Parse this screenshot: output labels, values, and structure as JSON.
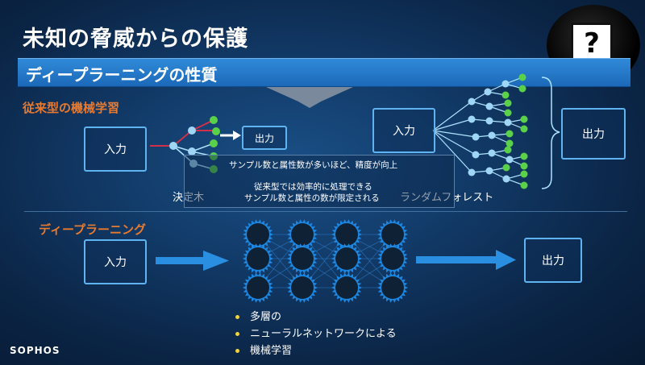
{
  "slide": {
    "title": "未知の脅威からの保護",
    "banner": "ディープラーニングの性質",
    "help_icon_glyph": "?",
    "brand": "SOPHOS"
  },
  "traditional": {
    "heading": "従来型の機械学習",
    "input_label": "入力",
    "output_label": "出力",
    "decision_tree_label": "決定木",
    "random_forest_label": "ランダムフォレスト",
    "forest_input_label": "入力",
    "forest_output_label": "出力",
    "note_line1": "サンプル数と属性数が多いほど、精度が向上",
    "note_line2": "従来型では効率的に処理できる",
    "note_line3": "サンプル数と属性の数が限定される"
  },
  "deep": {
    "heading": "ディープラーニング",
    "input_label": "入力",
    "output_label": "出力",
    "bullets": [
      "多層の",
      "ニューラルネットワークによる",
      "機械学習"
    ]
  },
  "colors": {
    "accent_orange": "#e87a2f",
    "box_border": "#5fb3f0",
    "node_green": "#5bd14a",
    "node_blue": "#9fd6f5",
    "bullet_yellow": "#f2d43d"
  }
}
